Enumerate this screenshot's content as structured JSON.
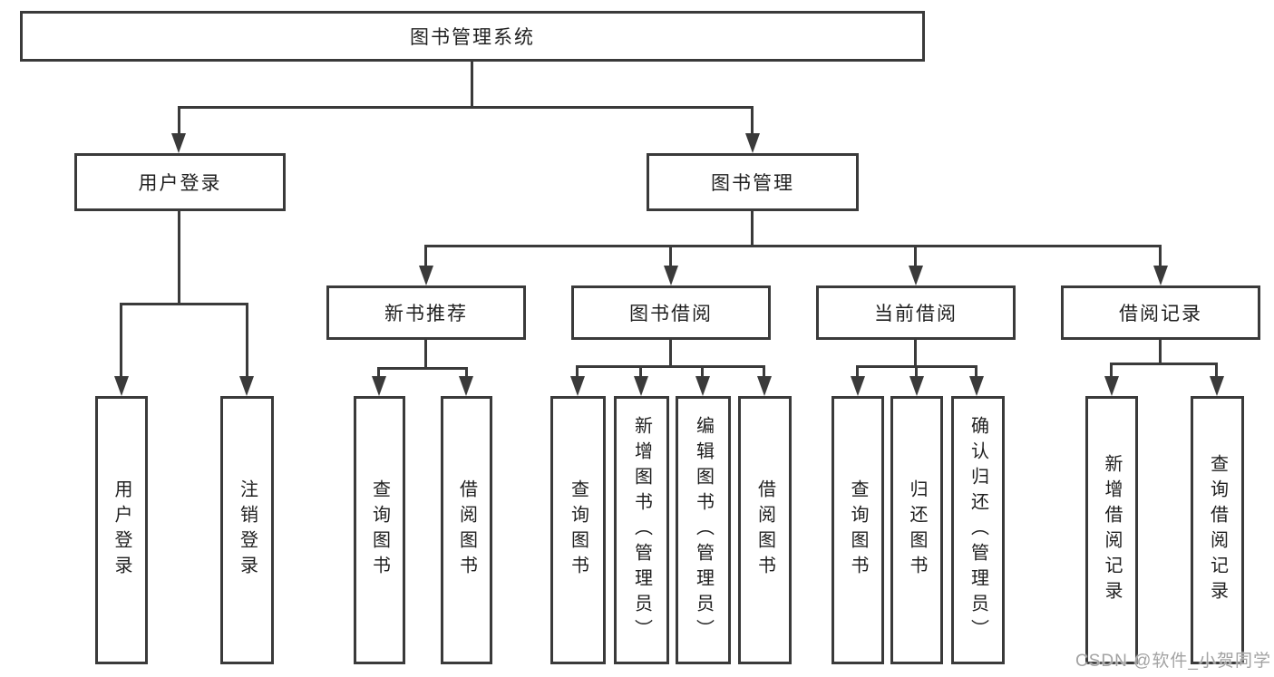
{
  "diagram": {
    "root": {
      "label": "图书管理系统"
    },
    "branches": [
      {
        "label": "用户登录",
        "children": [
          {
            "label": "用户登录"
          },
          {
            "label": "注销登录"
          }
        ]
      },
      {
        "label": "图书管理",
        "children": [
          {
            "label": "新书推荐",
            "children": [
              {
                "label": "查询图书"
              },
              {
                "label": "借阅图书"
              }
            ]
          },
          {
            "label": "图书借阅",
            "children": [
              {
                "label": "查询图书"
              },
              {
                "label": "新增图书（管理员）"
              },
              {
                "label": "编辑图书（管理员）"
              },
              {
                "label": "借阅图书"
              }
            ]
          },
          {
            "label": "当前借阅",
            "children": [
              {
                "label": "查询图书"
              },
              {
                "label": "归还图书"
              },
              {
                "label": "确认归还（管理员）"
              }
            ]
          },
          {
            "label": "借阅记录",
            "children": [
              {
                "label": "新增借阅记录"
              },
              {
                "label": "查询借阅记录"
              }
            ]
          }
        ]
      }
    ]
  },
  "watermark": {
    "text": "CSDN @软件_小贺同学"
  },
  "colors": {
    "line": "#3a3a3a",
    "box_border": "#3a3a3a",
    "box_fill": "#ffffff",
    "text": "#1f1f1f",
    "watermark": "#a3a3a3",
    "background": "#ffffff"
  }
}
